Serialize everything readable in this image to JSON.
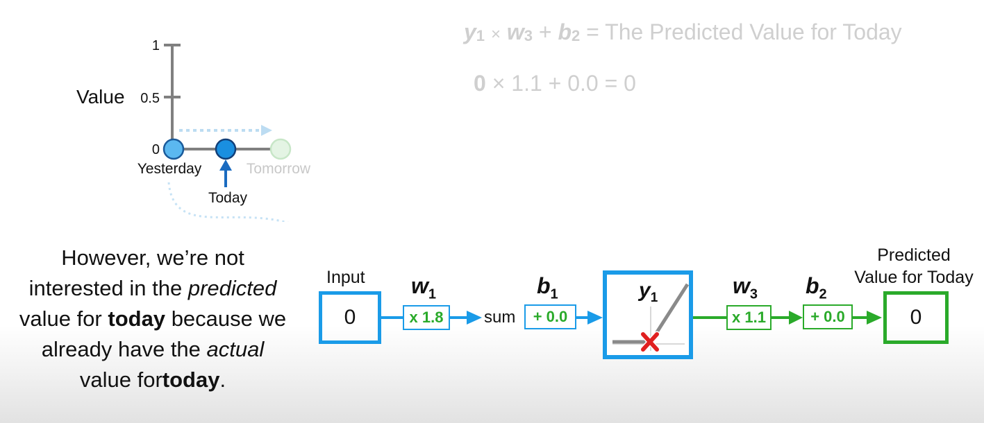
{
  "chart": {
    "y_axis_label": "Value",
    "y_ticks": [
      "1",
      "0.5",
      "0"
    ],
    "x_labels": {
      "yesterday": "Yesterday",
      "today": "Today",
      "tomorrow": "Tomorrow"
    }
  },
  "equations": {
    "line1": {
      "y_var": "y",
      "y_sub": "1",
      "op1": "×",
      "w_var": "w",
      "w_sub": "3",
      "op2": "+",
      "b_var": "b",
      "b_sub": "2",
      "eq_text": "= The Predicted Value for Today"
    },
    "line2": {
      "input": "0",
      "rest": "× 1.1 + 0.0 = 0"
    }
  },
  "caption": {
    "p1": "However, we’re not interested in the",
    "p2_italic": "predicted",
    "p3": "value for",
    "p4_bold": "today",
    "p5": "because we already have the",
    "p6_italic": "actual",
    "p7": "value for",
    "p8_bold": "today",
    "p9": "."
  },
  "network": {
    "input_label": "Input",
    "input_value": "0",
    "w1_var": "w",
    "w1_sub": "1",
    "w1_value": "x 1.8",
    "sum_label": "sum",
    "b1_var": "b",
    "b1_sub": "1",
    "b1_value": "+ 0.0",
    "y1_var": "y",
    "y1_sub": "1",
    "w3_var": "w",
    "w3_sub": "3",
    "w3_value": "x 1.1",
    "b2_var": "b",
    "b2_sub": "2",
    "b2_value": "+ 0.0",
    "output_label_line1": "Predicted",
    "output_label_line2": "Value for Today",
    "output_value": "0"
  },
  "colors": {
    "blue": "#1a9be8",
    "green": "#2aaa2a",
    "axis_gray": "#808080",
    "faded_gray": "#cfcfcf",
    "red": "#e02020"
  },
  "icons": [
    "relu-graph-icon",
    "x-mark-icon",
    "arrow-up-icon",
    "dashed-arrow-icon"
  ]
}
